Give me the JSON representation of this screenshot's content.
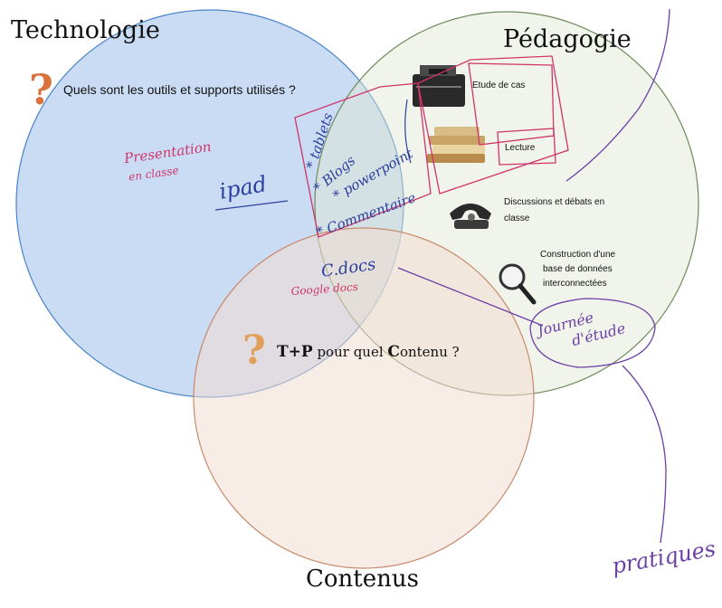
{
  "circles": {
    "technology": {
      "label": "Technologie",
      "color": "#4a84c8",
      "fill": "#9cc0ea"
    },
    "pedagogy": {
      "label": "Pédagogie",
      "color": "#6f8a5a",
      "fill": "#dfe6d2"
    },
    "content": {
      "label": "Contenus",
      "color": "#c8896a",
      "fill": "#f3ddd1"
    }
  },
  "question_icon": "question-mark-icon",
  "tech_question": "Quels sont les outils et supports utilisés ?",
  "content_question": {
    "prefix": "T+P",
    "middle": " pour quel ",
    "highlight": "C",
    "rest": "ontenu ?"
  },
  "pedagogy_items": [
    {
      "icon": "briefcase-icon",
      "label": "Etude de cas"
    },
    {
      "icon": "books-icon",
      "label": "Lecture"
    },
    {
      "icon": "telephone-icon",
      "label_lines": [
        "Discussions et débats en",
        "classe"
      ]
    },
    {
      "icon": "magnifier-icon",
      "label_lines": [
        "Construction d'une",
        "base de données",
        "interconnectées"
      ]
    }
  ],
  "handwriting": {
    "presentation": [
      "Presentation",
      "en classe"
    ],
    "ipad": "ipad",
    "tablet_list": [
      "* tablets",
      "* Blogs",
      "* powerpoint",
      "* Commentaire"
    ],
    "cidoc": "C.docs",
    "google": "Google docs",
    "journee": [
      "Journée",
      "d'étude"
    ],
    "pratiques": "pratiques"
  },
  "colors": {
    "ink_red": "#d0346a",
    "ink_purple": "#6b3fa6",
    "ink_blue": "#2b3f9e",
    "question_orange": "#d9723c"
  }
}
